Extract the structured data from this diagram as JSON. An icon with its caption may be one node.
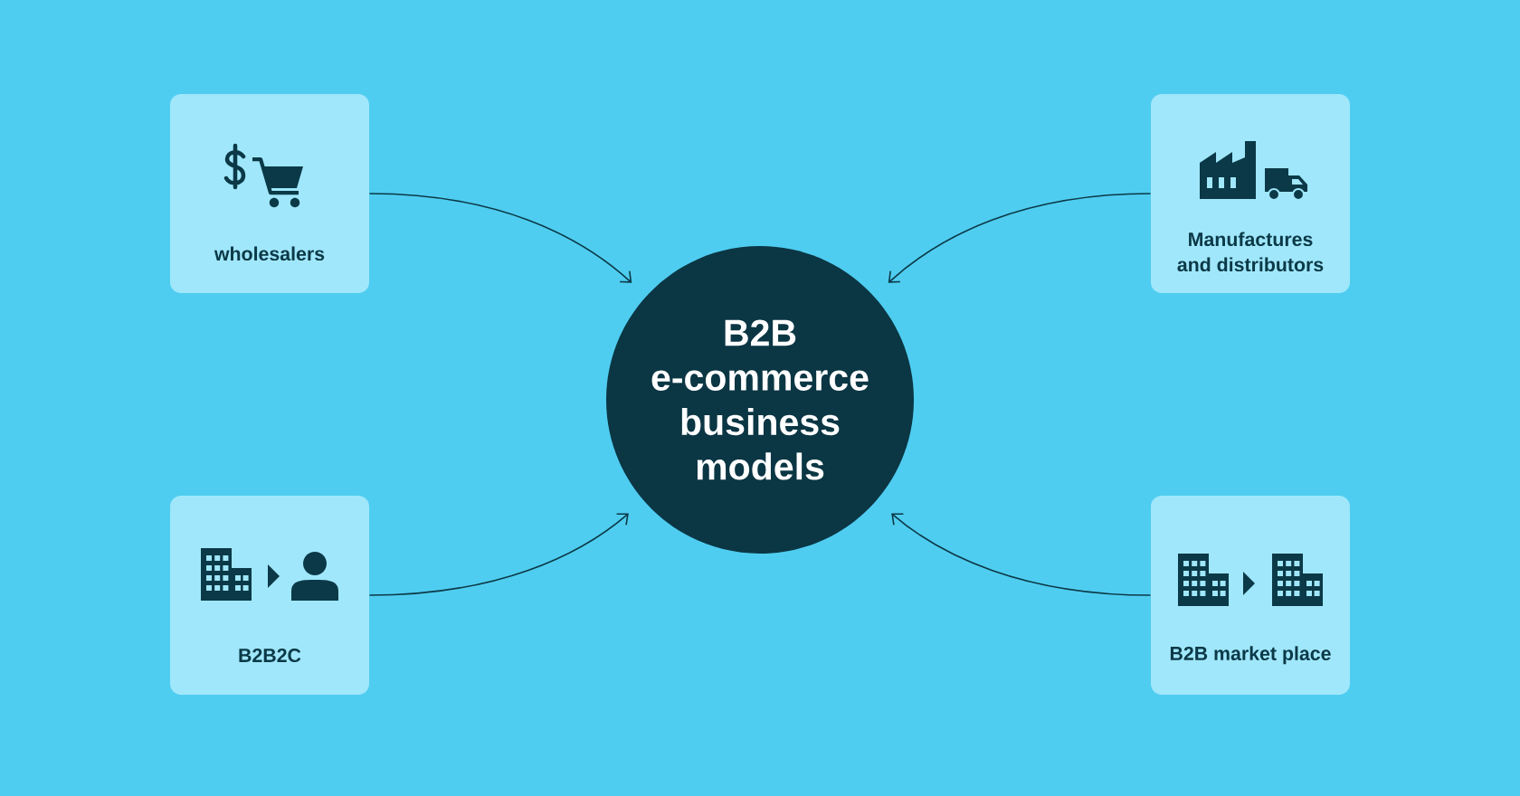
{
  "diagram": {
    "nodes": [
      {
        "text": [
          "wholesalers"
        ]
      },
      {
        "text": [
          "Manufactures and distributors"
        ]
      },
      {
        "text": [
          "B2B e-commerce business models"
        ]
      },
      {
        "text": [
          "B2B2C"
        ]
      },
      {
        "text": [
          "B2B market place"
        ]
      }
    ],
    "edges": [
      {
        "from": 0,
        "to": 2,
        "arrow": "to"
      },
      {
        "from": 1,
        "to": 2,
        "arrow": "to"
      },
      {
        "from": 3,
        "to": 2,
        "arrow": "to"
      },
      {
        "from": 4,
        "to": 2,
        "arrow": "to"
      }
    ]
  }
}
